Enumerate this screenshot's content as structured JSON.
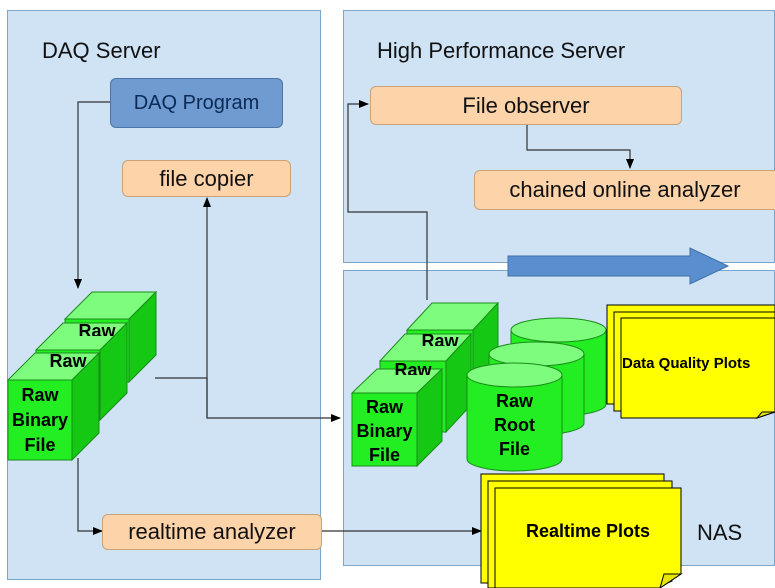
{
  "daq_server": {
    "title": "DAQ Server",
    "daq_program": "DAQ Program",
    "file_copier": "file copier",
    "raw_file_front": [
      "Raw",
      "Binary",
      "File"
    ],
    "raw_file_behind_1": "Raw",
    "raw_file_behind_2": "Raw",
    "realtime_analyzer": "realtime analyzer"
  },
  "hps": {
    "title": "High Performance Server",
    "file_observer": "File observer",
    "chained_analyzer": "chained online analyzer"
  },
  "nas": {
    "label": "NAS",
    "raw_file_front": [
      "Raw",
      "Binary",
      "File"
    ],
    "raw_file_behind_1": "Raw",
    "raw_file_behind_2": "Raw",
    "root_file": [
      "Raw",
      "Root",
      "File"
    ],
    "data_quality_plots": "Data Quality Plots",
    "realtime_plots": "Realtime Plots"
  },
  "colors": {
    "panel": "#cfe3f5",
    "panel_border": "#7aa6cc",
    "box": "#fdd3a9",
    "blue_box": "#6f9bd1",
    "cube": "#22ee22",
    "plots": "#ffff00",
    "big_arrow": "#5a8fcf"
  }
}
